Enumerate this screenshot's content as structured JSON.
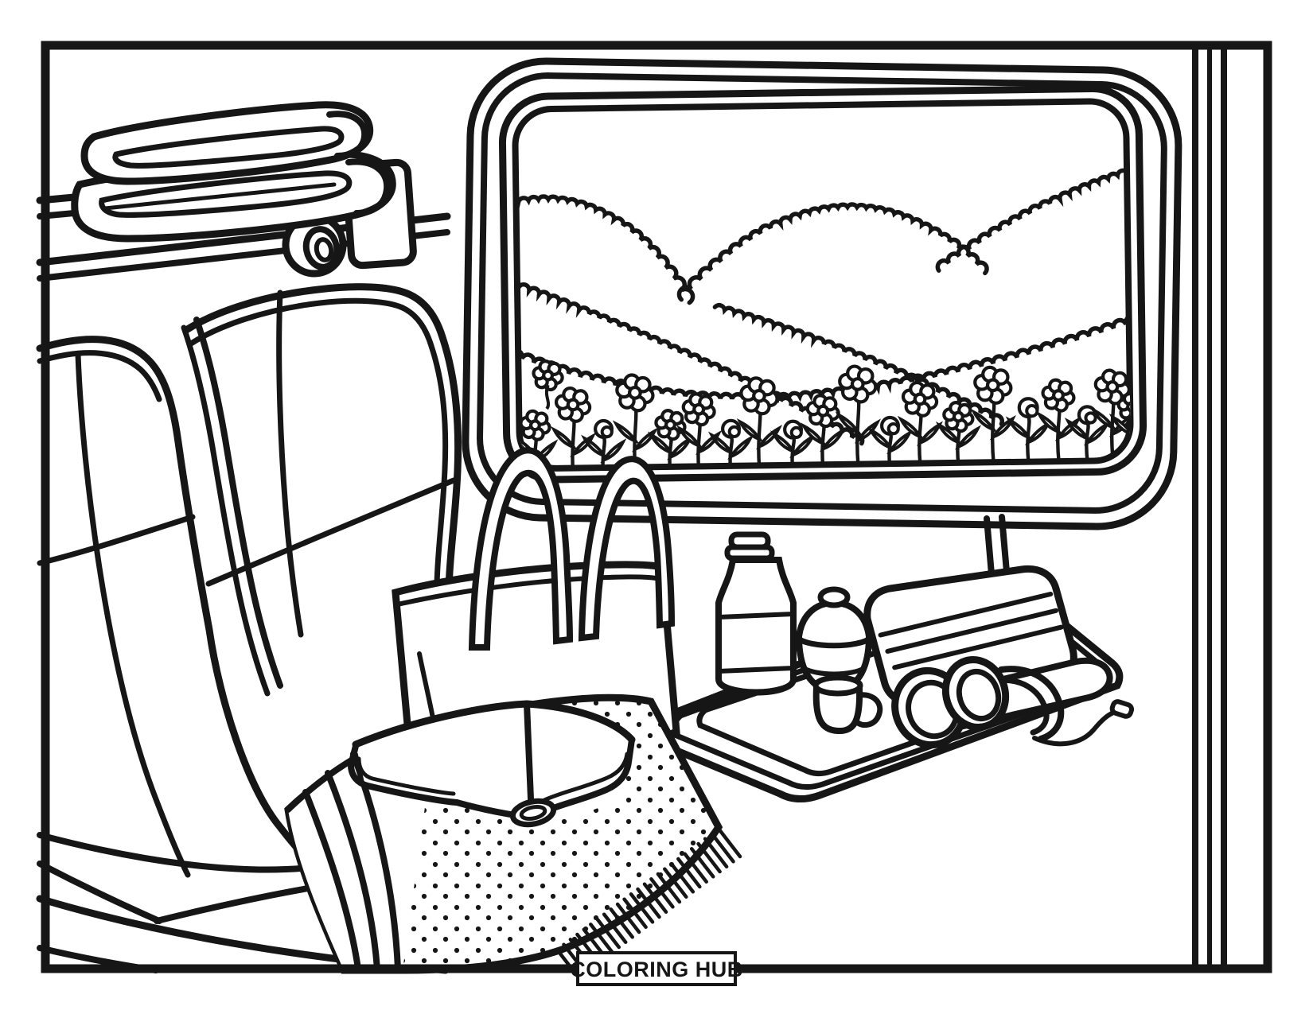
{
  "colors": {
    "background": "#ffffff",
    "line": "#161616"
  },
  "badge": {
    "label": "COLORING HUB"
  },
  "scene": {
    "description": "Black-and-white line-art coloring page of a cozy train interior",
    "objects": [
      "train-window",
      "rolling-hills",
      "flower-meadow",
      "right-wall-trim",
      "luggage-rack",
      "folded-blankets",
      "rack-roller",
      "rack-bracket",
      "far-train-seat",
      "near-train-seat",
      "seat-bench",
      "tote-bag",
      "open-book",
      "polka-dot-blanket",
      "blanket-fringe",
      "tray-table",
      "tray-support-pole",
      "water-bottle",
      "lidded-bowl",
      "tea-cup",
      "headphones",
      "lunch-box"
    ]
  }
}
